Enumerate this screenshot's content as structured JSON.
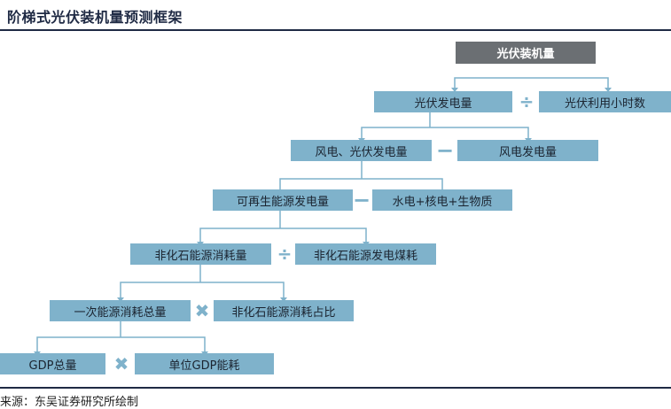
{
  "title": "阶梯式光伏装机量预测框架",
  "nodes": {
    "pv_capacity": "光伏装机量",
    "pv_generation": "光伏发电量",
    "pv_hours": "光伏利用小时数",
    "wind_pv_generation": "风电、光伏发电量",
    "wind_generation": "风电发电量",
    "renewable_generation": "可再生能源发电量",
    "hydro_nuclear_bio": "水电+核电+生物质",
    "nonfossil_consumption": "非化石能源消耗量",
    "nonfossil_coal_equiv": "非化石能源发电煤耗",
    "total_energy_consumption": "一次能源消耗总量",
    "nonfossil_share": "非化石能源消耗占比",
    "gdp_total": "GDP总量",
    "energy_per_gdp": "单位GDP能耗"
  },
  "operators": {
    "div1": "÷",
    "minus1": "−",
    "minus2": "−",
    "div2": "÷",
    "times1": "✖",
    "times2": "✖"
  },
  "source": "来源：东吴证券研究所绘制",
  "colors": {
    "box": "#7fb2cb",
    "top_box": "#6b6f73",
    "connector": "#7fb2cb",
    "rule": "#1f2a44"
  }
}
